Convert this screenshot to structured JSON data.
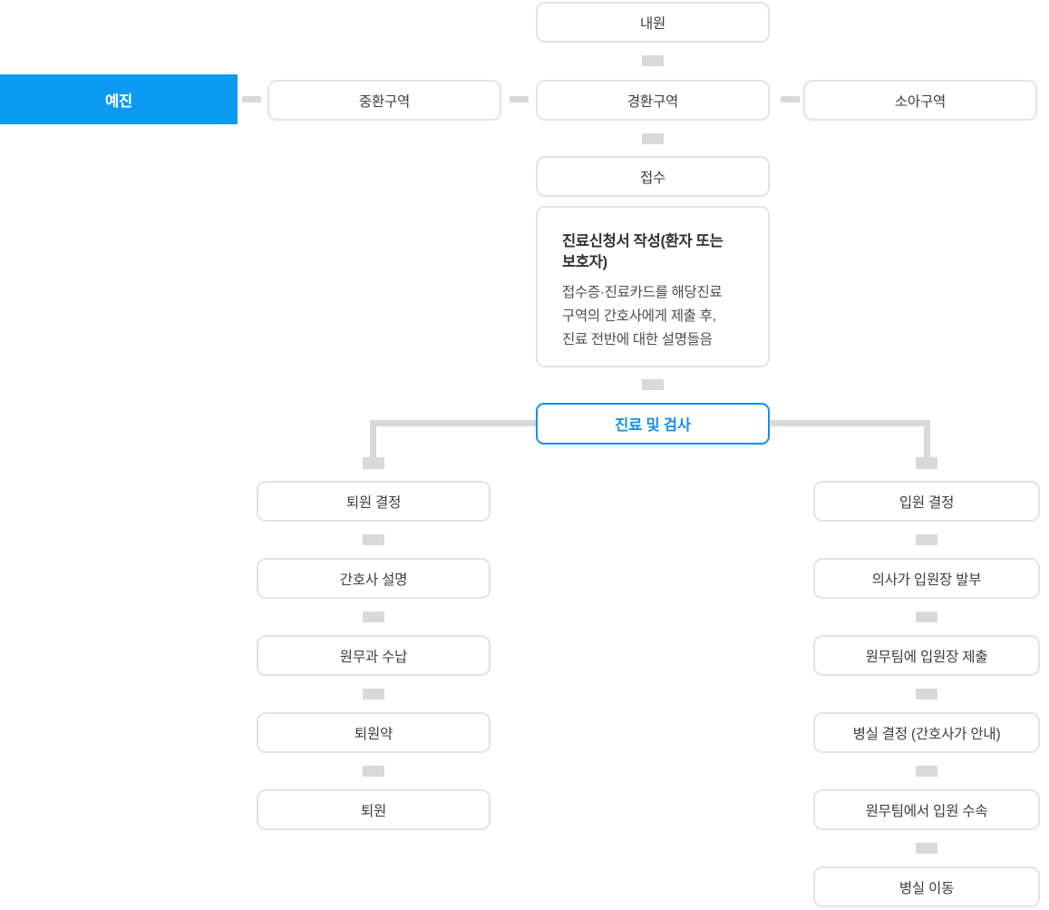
{
  "colors": {
    "accent_fill": "#0c9af2",
    "accent_line": "#1390f0",
    "box_border": "#e3e3e3",
    "conn_gray": "#d9d9d9",
    "text_dark": "#3d3d3d"
  },
  "flow": {
    "visit": "내원",
    "pre_exam": "예진",
    "critical_zone": "중환구역",
    "mild_zone": "경환구역",
    "pediatric_zone": "소아구역",
    "reception": "접수",
    "application": {
      "title_lines": [
        "진료신청서 작성(환자 또는",
        "보호자)"
      ],
      "body_lines": [
        "접수증·진료카드를 해당진료",
        "구역의 간호사에게 제출 후,",
        "진료 전반에 대한 설명들음"
      ]
    },
    "exam": "진료 및 검사",
    "discharge_branch": {
      "steps": [
        "퇴원 결정",
        "간호사 설명",
        "원무과 수납",
        "퇴원약",
        "퇴원"
      ]
    },
    "admission_branch": {
      "steps": [
        "입원 결정",
        "의사가 입원장 발부",
        "원무팀에 입원장 제출",
        "병실 결정 (간호사가 안내)",
        "원무팀에서 입원 수속",
        "병실 이동"
      ]
    }
  }
}
